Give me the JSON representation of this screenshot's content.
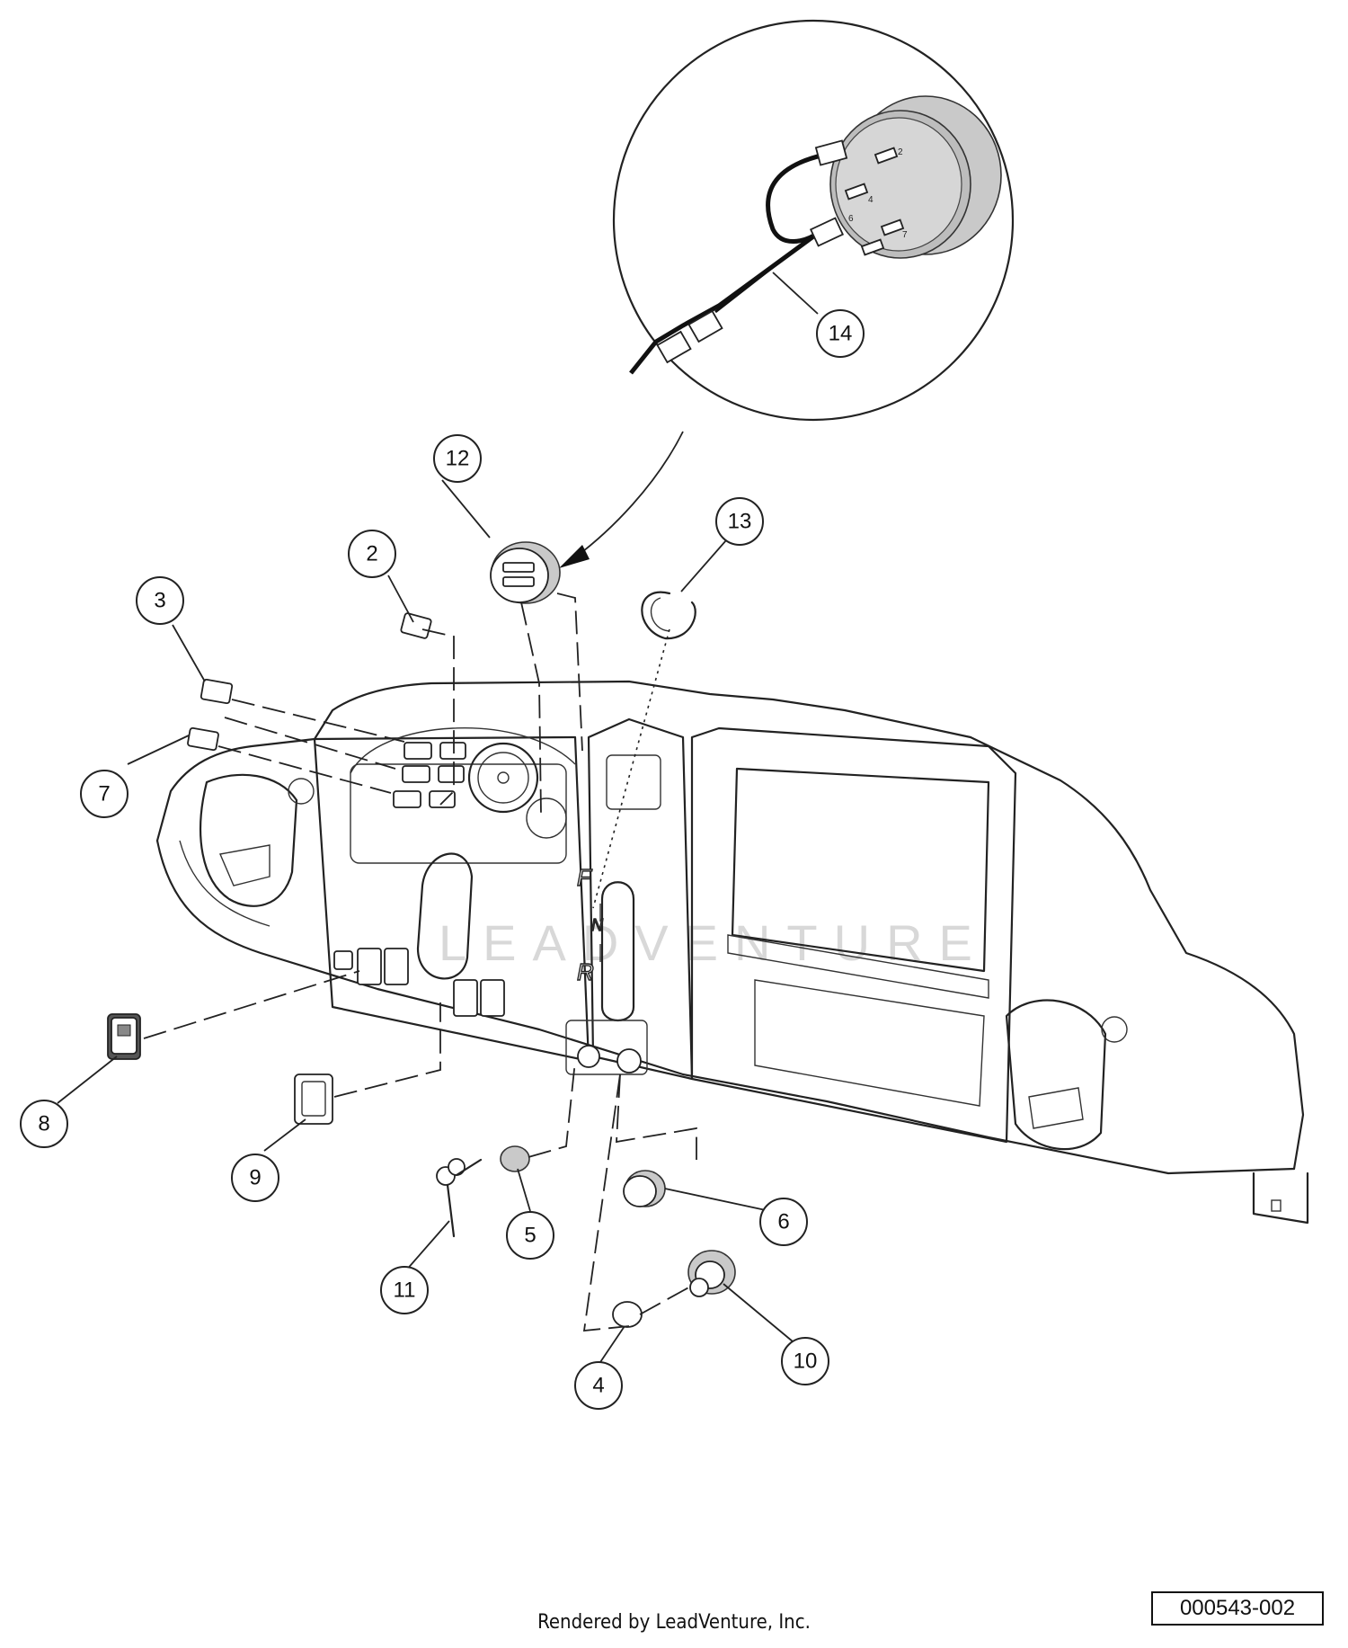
{
  "watermark_text": "LEADVENTURE",
  "footer_text": "Rendered by LeadVenture, Inc.",
  "drawing_number": "000543-002",
  "gauge_pins": [
    "2",
    "4",
    "6",
    "7"
  ],
  "shift_labels": {
    "forward": "F",
    "neutral": "N",
    "reverse": "R"
  },
  "callouts": [
    {
      "id": "c1",
      "label": "2"
    },
    {
      "id": "c2",
      "label": "3"
    },
    {
      "id": "c3",
      "label": "4"
    },
    {
      "id": "c4",
      "label": "5"
    },
    {
      "id": "c5",
      "label": "6"
    },
    {
      "id": "c6",
      "label": "7"
    },
    {
      "id": "c7",
      "label": "8"
    },
    {
      "id": "c8",
      "label": "9"
    },
    {
      "id": "c9",
      "label": "10"
    },
    {
      "id": "c10",
      "label": "11"
    },
    {
      "id": "c11",
      "label": "12"
    },
    {
      "id": "c12",
      "label": "13"
    },
    {
      "id": "c13",
      "label": "14"
    }
  ]
}
